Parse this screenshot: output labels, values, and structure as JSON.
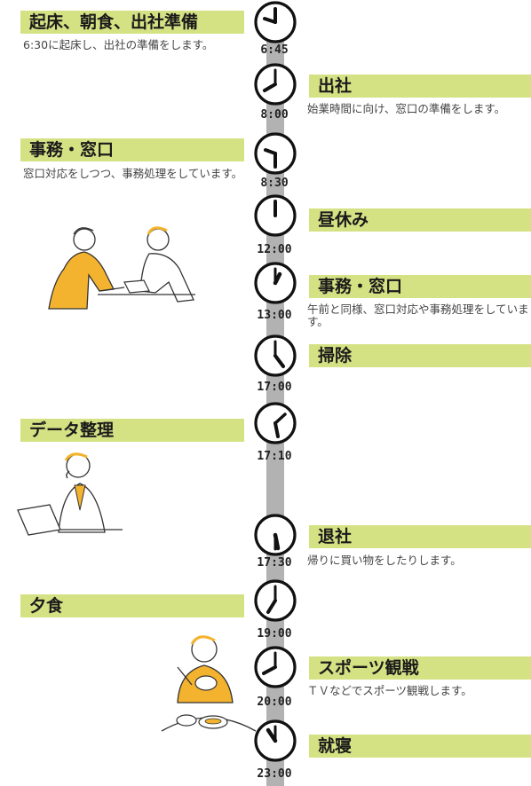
{
  "left_events": [
    {
      "title": "起床、朝食、出社準備",
      "desc": "6:30に起床し、出社の準備をします。"
    },
    {
      "title": "事務・窓口",
      "desc": "窓口対応をしつつ、事務処理をしています。"
    },
    {
      "title": "データ整理",
      "desc": ""
    },
    {
      "title": "夕食",
      "desc": ""
    }
  ],
  "right_events": [
    {
      "title": "出社",
      "desc": "始業時間に向け、窓口の準備をします。"
    },
    {
      "title": "昼休み",
      "desc": ""
    },
    {
      "title": "事務・窓口",
      "desc": "午前と同様、窓口対応や事務処理をしています。"
    },
    {
      "title": "掃除",
      "desc": ""
    },
    {
      "title": "退社",
      "desc": "帰りに買い物をしたりします。"
    },
    {
      "title": "スポーツ観戦",
      "desc": "ＴＶなどでスポーツ観戦します。"
    },
    {
      "title": "就寝",
      "desc": ""
    }
  ],
  "times": [
    "6:45",
    "8:00",
    "8:30",
    "12:00",
    "13:00",
    "17:00",
    "17:10",
    "17:30",
    "19:00",
    "20:00",
    "23:00"
  ],
  "colors": {
    "heading_bg": "#d5e284",
    "timeline": "#b2b2b2",
    "illustration_accent": "#f3b32e"
  }
}
